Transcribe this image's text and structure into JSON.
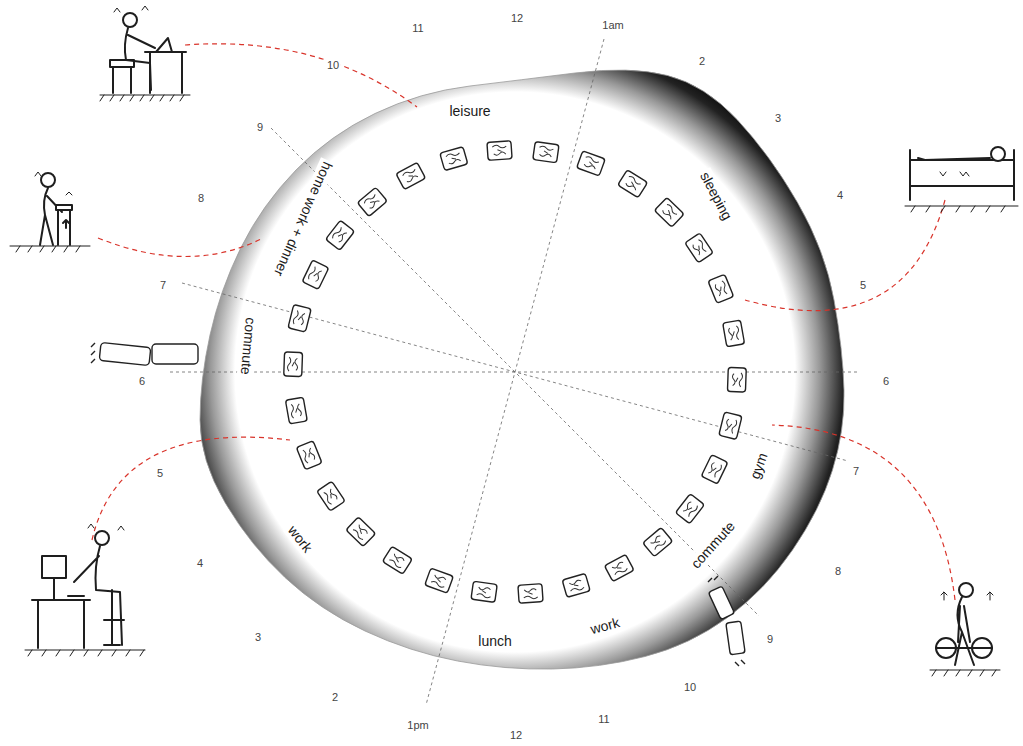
{
  "diagram": {
    "labels": [
      "12",
      "1am",
      "2",
      "3",
      "4",
      "5",
      "6",
      "7",
      "8",
      "9",
      "10",
      "11",
      "12",
      "1pm",
      "2",
      "3",
      "4",
      "5",
      "6",
      "7",
      "8",
      "9",
      "10",
      "11",
      "sleeping",
      "gym",
      "commute",
      "work",
      "lunch",
      "work",
      "commute",
      "home work + dinner",
      "leisure"
    ]
  }
}
